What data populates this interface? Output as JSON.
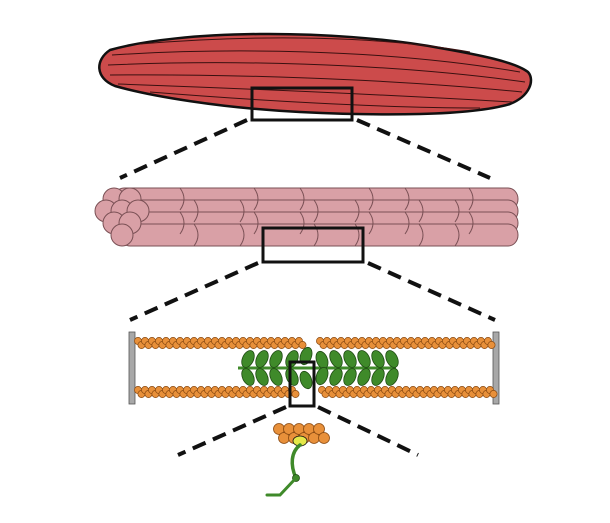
{
  "colors": {
    "muscle": "#cc4b4b",
    "fibers": "#d9a0a6",
    "fiber_edge": "#7a5055",
    "myosin": "#3f8a2a",
    "actin_bead": "#e8903a",
    "z_disc": "#a8a8a8",
    "myosin_head_highlight": "#e5e84a",
    "outline": "#111111"
  },
  "levels": [
    {
      "name": "muscle",
      "icon": "muscle-belly-icon"
    },
    {
      "name": "fascicle",
      "icon": "fiber-bundle-icon"
    },
    {
      "name": "sarcomere",
      "icon": "sarcomere-icon"
    },
    {
      "name": "cross-bridge",
      "icon": "myosin-actin-icon"
    }
  ]
}
